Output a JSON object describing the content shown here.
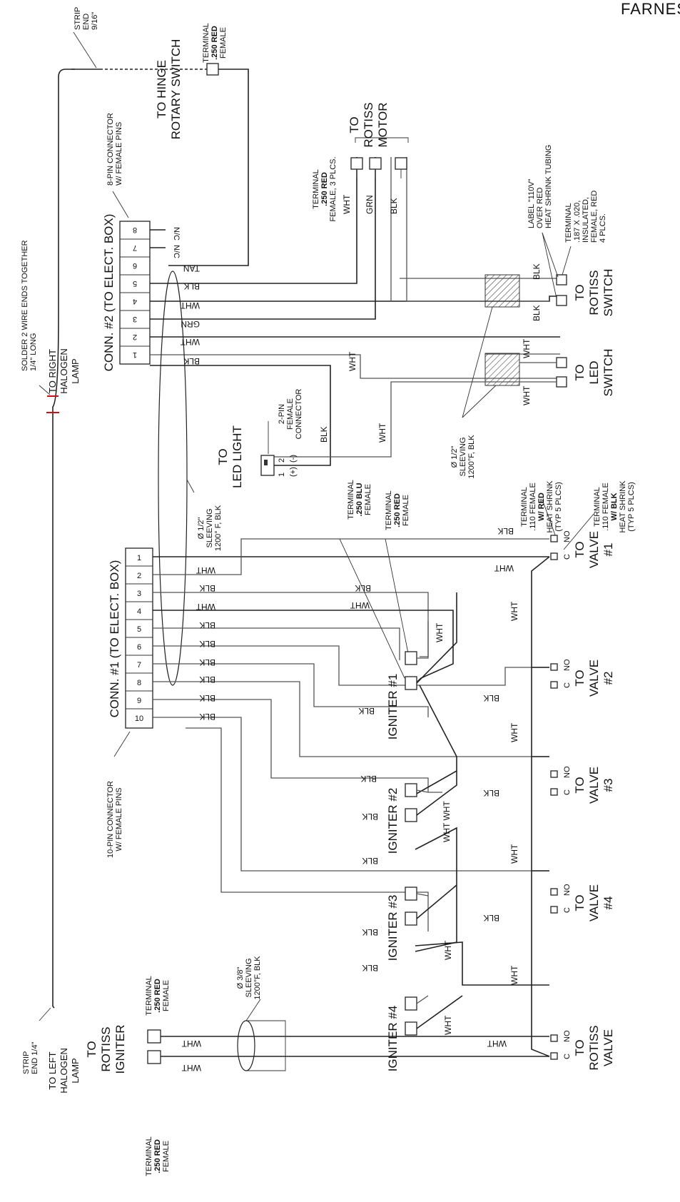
{
  "header": {
    "brand": "FARNES"
  },
  "left_side": {
    "strip_top": [
      "STRIP",
      "END",
      "9/16\""
    ],
    "solder": [
      "SOLDER 2 WIRE ENDS TOGETHER",
      "1/4\" LONG"
    ],
    "right_lamp": [
      "TO RIGHT",
      "HALOGEN",
      "LAMP"
    ],
    "strip_bottom": [
      "STRIP",
      "END 1/4\""
    ],
    "left_lamp": [
      "TO LEFT",
      "HALOGEN",
      "LAMP"
    ]
  },
  "hinge": {
    "title": [
      "TO HINGE",
      "ROTARY SWITCH"
    ],
    "terminal": [
      "TERMINAL",
      ".250 RED",
      "FEMALE"
    ]
  },
  "conn2": {
    "callout": [
      "8-PIN CONNECTOR",
      "W/ FEMALE PINS"
    ],
    "title": "CONN. #2 (TO ELECT. BOX)",
    "pins": [
      "8",
      "7",
      "6",
      "5",
      "4",
      "3",
      "2",
      "1"
    ],
    "nc": [
      "N/C",
      "N/C"
    ],
    "wires": [
      "TAN",
      "BLK",
      "WHT",
      "GRN",
      "WHT",
      "BLK"
    ]
  },
  "rotiss_motor": {
    "title": [
      "TO",
      "ROTISS",
      "MOTOR"
    ],
    "terminal": [
      "TERMINAL",
      ".250 RED",
      "FEMALE, 3 PLCS."
    ],
    "wires": [
      "WHT",
      "GRN",
      "BLK"
    ]
  },
  "rotiss_switch": {
    "label_note": [
      "LABEL \"110V\"",
      "OVER RED",
      "HEAT SHRINK TUBING"
    ],
    "terminal": [
      "TERMINAL",
      ".187 X .020,",
      "INSULATED,",
      "FEMALE, RED",
      "4 PLCS."
    ],
    "title": [
      "TO",
      "ROTISS",
      "SWITCH"
    ],
    "wires": [
      "BLK",
      "BLK"
    ]
  },
  "led_switch": {
    "title": [
      "TO",
      "LED",
      "SWITCH"
    ],
    "wires": [
      "WHT",
      "WHT",
      "WHT"
    ]
  },
  "sleeving_half": [
    "Ø 1/2\"",
    "SLEEVING",
    "1200°F, BLK"
  ],
  "led_light": {
    "title": [
      "TO",
      "LED LIGHT"
    ],
    "connector": [
      "2-PIN",
      "FEMALE",
      "CONNECTOR"
    ],
    "pins": [
      "1",
      "(+)",
      "2",
      "(-)"
    ],
    "wires": [
      "BLK",
      "WHT"
    ]
  },
  "sleeving_main": [
    "Ø 1/2\"",
    "SLEEVING",
    "1200° F, BLK"
  ],
  "conn1": {
    "title": "CONN. #1 (TO ELECT. BOX)",
    "callout": [
      "10-PIN CONNECTOR",
      "W/ FEMALE PINS"
    ],
    "pins": [
      "1",
      "2",
      "3",
      "4",
      "5",
      "6",
      "7",
      "8",
      "9",
      "10"
    ],
    "wires": [
      "WHT",
      "BLK",
      "WHT",
      "BLK",
      "BLK",
      "BLK",
      "BLK",
      "BLK",
      "BLK"
    ]
  },
  "igniter_terms": {
    "blu": [
      "TERMINAL",
      ".250 BLU",
      "FEMALE"
    ],
    "red": [
      "TERMINAL",
      ".250 RED",
      "FEMALE"
    ]
  },
  "valve_terms": {
    "red": [
      "TERMINAL",
      ".110 FEMALE",
      "W/ RED",
      "HEAT SHRINK",
      "(TYP 5 PLCS)"
    ],
    "blk": [
      "TERMINAL",
      ".110 FEMALE",
      "W/ BLK",
      "HEAT SHRINK",
      "(TYP 5 PLCS)"
    ]
  },
  "igniters": [
    "IGNITER #1",
    "IGNITER #2",
    "IGNITER #3",
    "IGNITER #4"
  ],
  "valves": [
    [
      "TO",
      "VALVE",
      "#1"
    ],
    [
      "TO",
      "VALVE",
      "#2"
    ],
    [
      "TO",
      "VALVE",
      "#3"
    ],
    [
      "TO",
      "VALVE",
      "#4"
    ],
    [
      "TO",
      "ROTISS",
      "VALVE"
    ]
  ],
  "valve_pins": {
    "c": "C",
    "no": "NO"
  },
  "valve_wires": {
    "blk": "BLK",
    "wht": "WHT",
    "wht_wht": "WHT WHT"
  },
  "rotiss_igniter": {
    "title": [
      "TO",
      "ROTISS",
      "IGNITER"
    ],
    "terminal_a": [
      "TERMINAL",
      ".250 RED",
      "FEMALE"
    ],
    "terminal_b": [
      "TERMINAL",
      ".250 RED",
      "FEMALE"
    ],
    "sleeving": [
      "Ø 3/8\"",
      "SLEEVING",
      "1200°F, BLK"
    ],
    "wires": [
      "WHT",
      "WHT",
      "WHT"
    ]
  },
  "colors": {
    "wire": "#222222",
    "accent_red": "#d01010"
  }
}
